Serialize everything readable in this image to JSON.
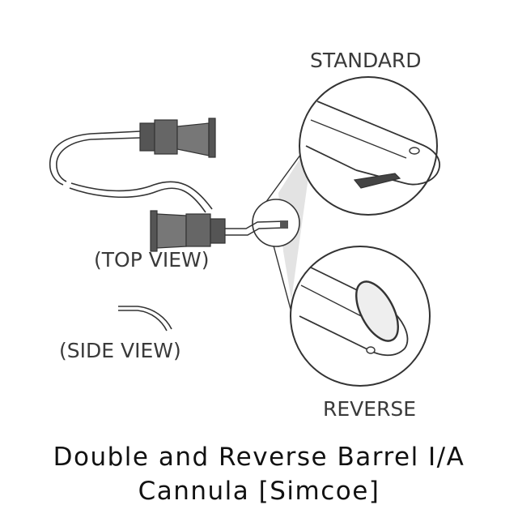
{
  "labels": {
    "standard": "STANDARD",
    "reverse": "REVERSE",
    "top_view": "(TOP VIEW)",
    "side_view": "(SIDE VIEW)"
  },
  "caption": {
    "line1": "Double and Reverse Barrel I/A",
    "line2": "Cannula [Simcoe]"
  },
  "colors": {
    "line": "#333333",
    "fill_dark": "#555555",
    "fill_light": "#e3e3e3",
    "caption_text": "#111111",
    "label_text": "#3a3a3a"
  }
}
